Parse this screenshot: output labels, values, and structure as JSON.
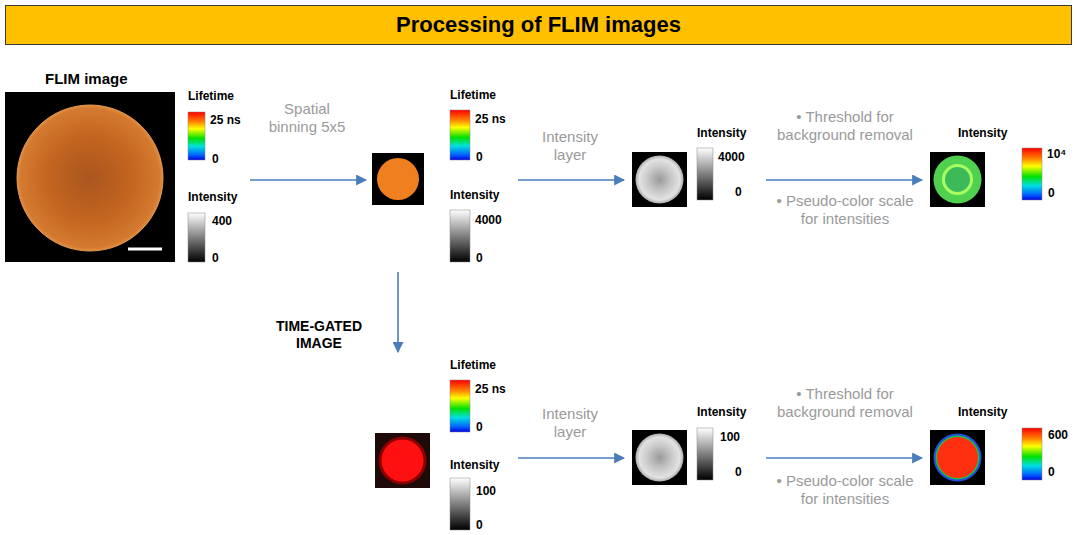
{
  "diagram": {
    "title": "Processing of FLIM images",
    "nodes": [
      {
        "text": [
          "FLIM image",
          "Lifetime",
          "25 ns",
          "0",
          "Intensity",
          "400",
          "0"
        ]
      },
      {
        "text": [
          "Lifetime",
          "25 ns",
          "0",
          "Intensity",
          "4000",
          "0"
        ]
      },
      {
        "text": [
          "Intensity",
          "4000",
          "0"
        ]
      },
      {
        "text": [
          "Intensity",
          "10⁴",
          "0"
        ]
      },
      {
        "text": [
          "Lifetime",
          "25 ns",
          "0",
          "Intensity",
          "100",
          "0"
        ]
      },
      {
        "text": [
          "Intensity",
          "100",
          "0"
        ]
      },
      {
        "text": [
          "Intensity",
          "600",
          "0"
        ]
      }
    ],
    "edges": [
      {
        "from": 0,
        "to": 1,
        "arrow": "to",
        "label": "Spatial binning 5x5"
      },
      {
        "from": 1,
        "to": 2,
        "arrow": "to",
        "label": "Intensity layer"
      },
      {
        "from": 2,
        "to": 3,
        "arrow": "to",
        "label": "• Threshold for background removal"
      },
      {
        "from": 1,
        "to": 4,
        "arrow": "to",
        "label": "TIME-GATED IMAGE"
      },
      {
        "from": 4,
        "to": 5,
        "arrow": "to",
        "label": "Intensity layer"
      },
      {
        "from": 5,
        "to": 6,
        "arrow": "to",
        "label": "• Threshold for background removal"
      }
    ],
    "labels": [
      "• Pseudo-color scale for intensities",
      "• Pseudo-color scale for intensities"
    ]
  }
}
